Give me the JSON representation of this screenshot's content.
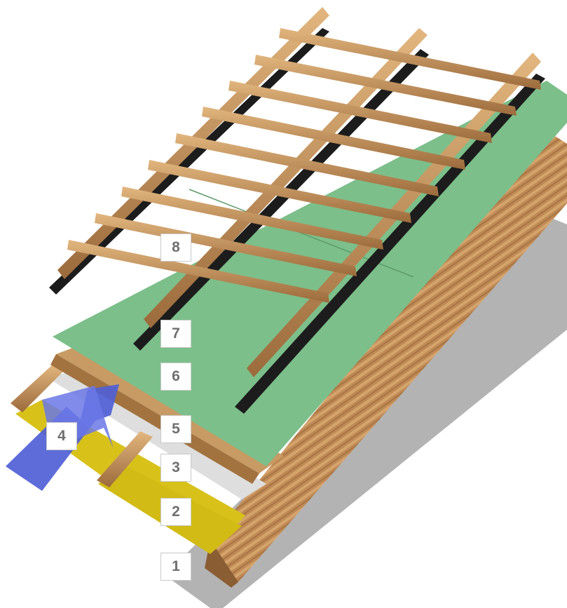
{
  "diagram": {
    "labels": [
      "1",
      "2",
      "3",
      "4",
      "5",
      "6",
      "7",
      "8"
    ],
    "colors": {
      "ventilation_arrow": "#4f5fd6",
      "insulation": "#d8c21a",
      "vapour_barrier": "#dcdcdc",
      "sheathing_board": "#7cbf8a",
      "membrane": "#1c1c1c",
      "battens": "#b5874e",
      "rafters": "#c48d52",
      "shadow": "#b5b5b5"
    },
    "icons": {
      "arrow": "arrow-icon"
    }
  }
}
